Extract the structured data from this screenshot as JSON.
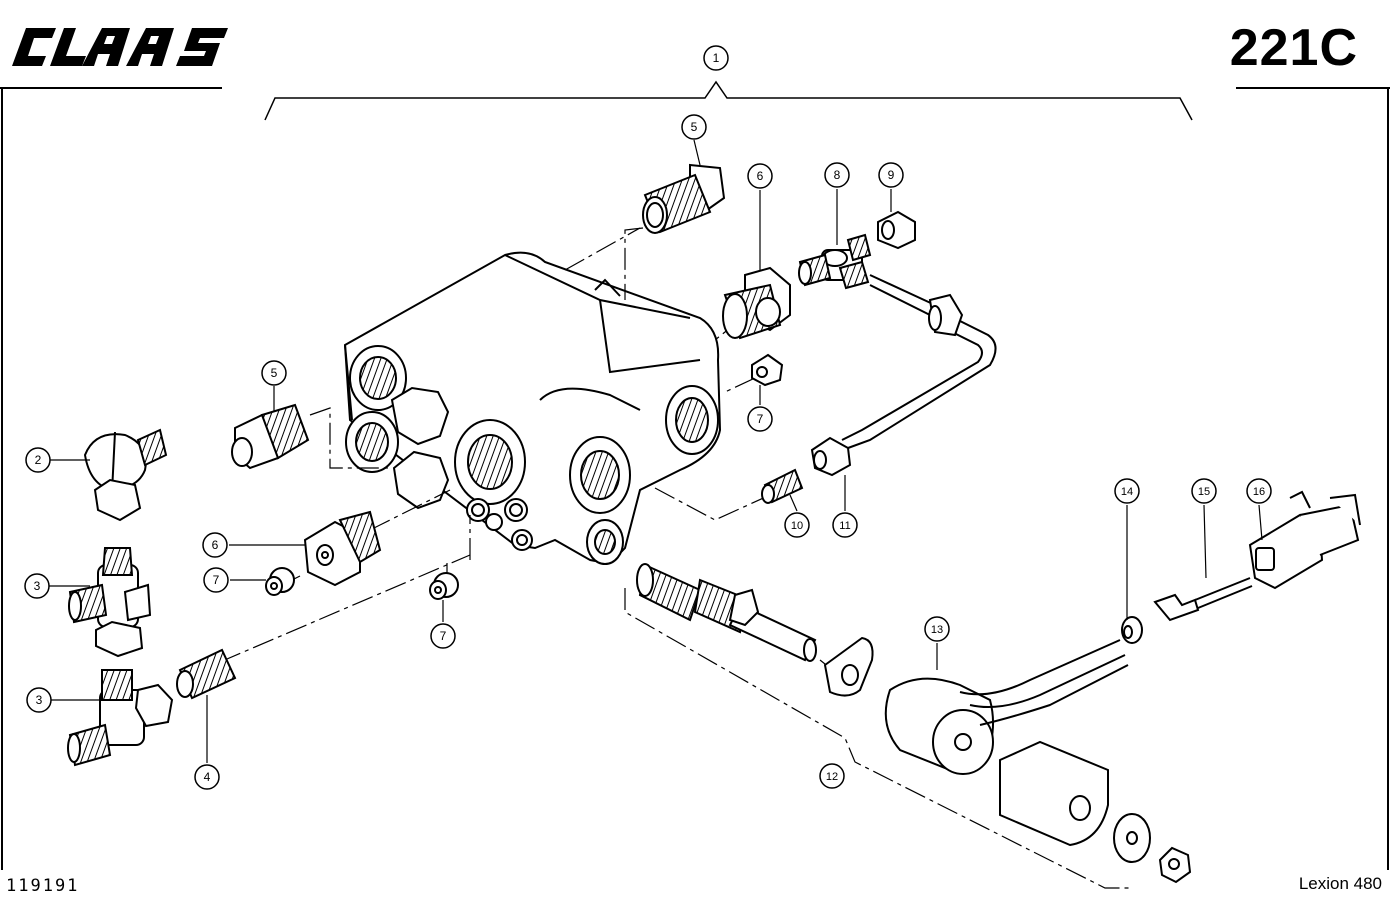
{
  "header": {
    "brand": "CLAAS",
    "page_code": "221C"
  },
  "footer": {
    "drawing_number": "119191",
    "model": "Lexion 480"
  },
  "callouts": [
    {
      "id": "c1",
      "label": "1"
    },
    {
      "id": "c2",
      "label": "2"
    },
    {
      "id": "c3a",
      "label": "3"
    },
    {
      "id": "c3b",
      "label": "3"
    },
    {
      "id": "c4",
      "label": "4"
    },
    {
      "id": "c5a",
      "label": "5"
    },
    {
      "id": "c5b",
      "label": "5"
    },
    {
      "id": "c6a",
      "label": "6"
    },
    {
      "id": "c6b",
      "label": "6"
    },
    {
      "id": "c7a",
      "label": "7"
    },
    {
      "id": "c7b",
      "label": "7"
    },
    {
      "id": "c7c",
      "label": "7"
    },
    {
      "id": "c8",
      "label": "8"
    },
    {
      "id": "c9",
      "label": "9"
    },
    {
      "id": "c10",
      "label": "10"
    },
    {
      "id": "c11",
      "label": "11"
    },
    {
      "id": "c12",
      "label": "12"
    },
    {
      "id": "c13",
      "label": "13"
    },
    {
      "id": "c14",
      "label": "14"
    },
    {
      "id": "c15",
      "label": "15"
    },
    {
      "id": "c16",
      "label": "16"
    }
  ]
}
